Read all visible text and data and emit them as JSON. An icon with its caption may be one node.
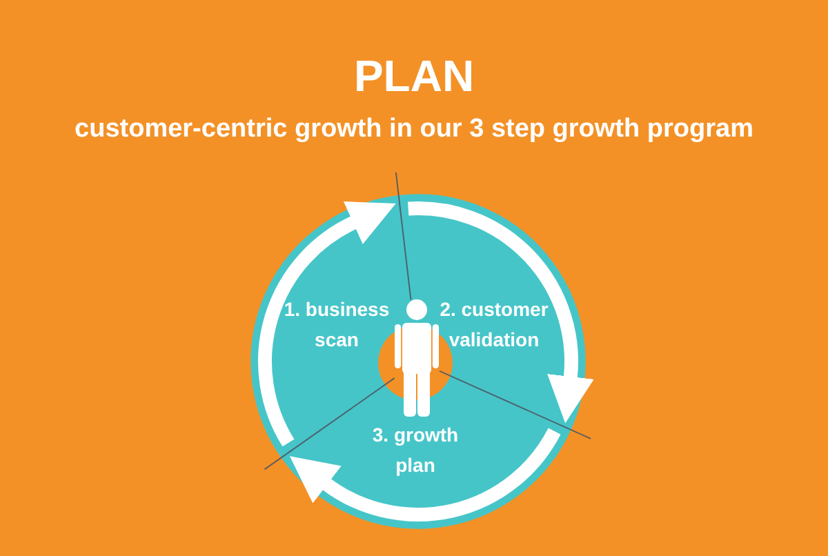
{
  "diagram": {
    "title": "PLAN",
    "nodes": [
      {
        "text": [
          "1. business scan"
        ]
      },
      {
        "text": [
          "2. customer validation"
        ]
      },
      {
        "text": [
          "3. growth plan"
        ]
      }
    ],
    "edges": [
      {
        "from": 0,
        "to": 1,
        "arrow": "to"
      },
      {
        "from": 1,
        "to": 2,
        "arrow": "to"
      },
      {
        "from": 2,
        "to": 0,
        "arrow": "to"
      }
    ],
    "labels": [
      "customer-centric growth in our 3 step growth program"
    ]
  }
}
